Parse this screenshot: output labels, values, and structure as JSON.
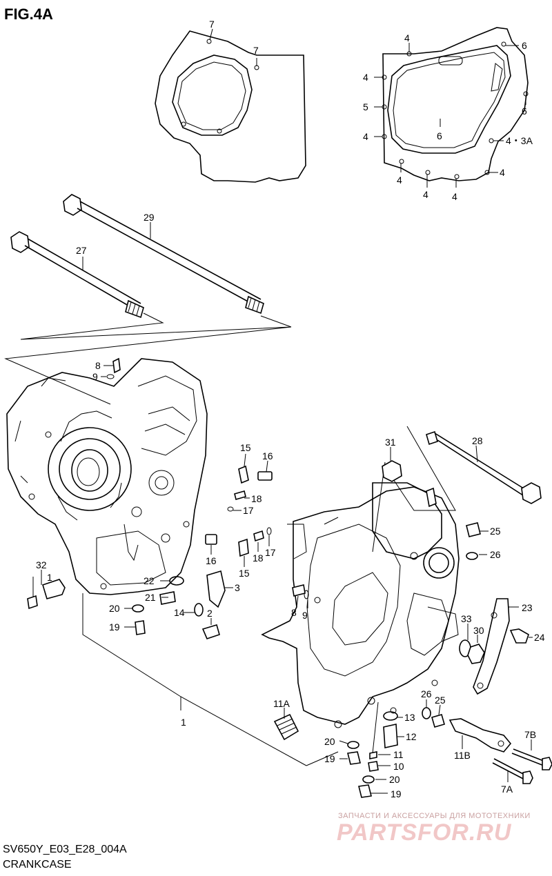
{
  "header": {
    "fig_title": "FIG.4A"
  },
  "footer": {
    "model_code": "SV650Y_E03_E28_004A",
    "section_name": "CRANKCASE"
  },
  "watermark": {
    "tagline": "ЗАПЧАСТИ И АКСЕССУАРЫ ДЛЯ МОТОТЕХНИКИ",
    "brand": "PARTSFOR.RU"
  },
  "callouts": {
    "c7a": "7",
    "c7b": "7",
    "c4a": "4",
    "c4b": "4",
    "c5": "5",
    "c4c": "4",
    "c6a": "6",
    "c6b": "6",
    "c6c": "6",
    "c43a": "4・3A",
    "c4d": "4",
    "c4e": "4",
    "c4f": "4",
    "c4g": "4",
    "c29": "29",
    "c27": "27",
    "c28": "28",
    "c8a": "8",
    "c9a": "9",
    "c31": "31",
    "c15a": "15",
    "c16a": "16",
    "c18a": "18",
    "c17a": "17",
    "c16b": "16",
    "c18b": "18",
    "c17b": "17",
    "c15b": "15",
    "c25a": "25",
    "c26a": "26",
    "c32": "32",
    "c1a": "1",
    "c22": "22",
    "c3": "3",
    "c21": "21",
    "c20a": "20",
    "c14": "14",
    "c2": "2",
    "c19a": "19",
    "c8b": "8",
    "c9b": "9",
    "c23": "23",
    "c33": "33",
    "c30": "30",
    "c24": "24",
    "c1b": "1",
    "c11a": "11A",
    "c26b": "26",
    "c25b": "25",
    "c13": "13",
    "c12": "12",
    "c20b": "20",
    "c11": "11",
    "c7bb": "7B",
    "c11b": "11B",
    "c19b": "19",
    "c10": "10",
    "c20c": "20",
    "c7aa": "7A",
    "c19c": "19"
  }
}
